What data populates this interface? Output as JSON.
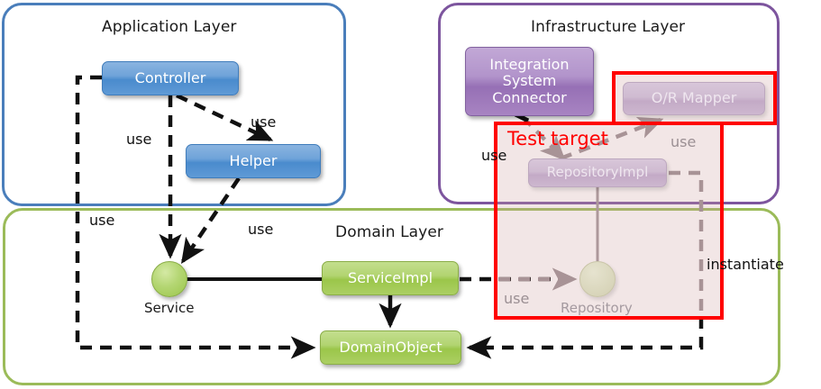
{
  "diagram": {
    "title": "Layered architecture test target diagram",
    "layers": [
      {
        "id": "application",
        "title": "Application Layer",
        "border_color": "#4a7ebb"
      },
      {
        "id": "infrastructure",
        "title": "Infrastructure  Layer",
        "border_color": "#7d559e"
      },
      {
        "id": "domain",
        "title": "Domain Layer",
        "border_color": "#9bbb59"
      }
    ],
    "nodes": [
      {
        "id": "controller",
        "label": "Controller",
        "layer": "application",
        "shape": "rounded-box",
        "fill": "#6fa3d9"
      },
      {
        "id": "helper",
        "label": "Helper",
        "layer": "application",
        "shape": "rounded-box",
        "fill": "#6fa3d9"
      },
      {
        "id": "isc",
        "label": "Integration\nSystem\nConnector",
        "layer": "infrastructure",
        "shape": "rounded-box",
        "fill": "#9670b5"
      },
      {
        "id": "ormapper",
        "label": "O/R Mapper",
        "layer": "infrastructure",
        "shape": "rounded-box",
        "fill": "#c3aac6"
      },
      {
        "id": "repositoryimpl",
        "label": "RepositoryImpl",
        "layer": "infrastructure",
        "shape": "rounded-box",
        "fill": "#c3aac6"
      },
      {
        "id": "serviceimpl",
        "label": "ServiceImpl",
        "layer": "domain",
        "shape": "rounded-box",
        "fill": "#9bc64a"
      },
      {
        "id": "domainobject",
        "label": "DomainObject",
        "layer": "domain",
        "shape": "rounded-box",
        "fill": "#9bc64a"
      },
      {
        "id": "service",
        "label": "Service",
        "layer": "domain",
        "shape": "circle",
        "fill": "#9bc64a"
      },
      {
        "id": "repository",
        "label": "Repository",
        "layer": "domain",
        "shape": "circle",
        "fill": "#d3cfb2"
      }
    ],
    "isc_lines": {
      "line1": "Integration",
      "line2": "System",
      "line3": "Connector"
    },
    "edges": [
      {
        "from": "controller",
        "to": "helper",
        "label": "use",
        "style": "dashed"
      },
      {
        "from": "controller",
        "to": "service",
        "label": "use",
        "style": "dashed"
      },
      {
        "from": "helper",
        "to": "service",
        "label": "use",
        "style": "dashed"
      },
      {
        "from": "controller",
        "to": "domainobject",
        "label": "use",
        "style": "dashed"
      },
      {
        "from": "service",
        "to": "serviceimpl",
        "label": "",
        "style": "solid"
      },
      {
        "from": "serviceimpl",
        "to": "domainobject",
        "label": "",
        "style": "solid"
      },
      {
        "from": "serviceimpl",
        "to": "repository",
        "label": "use",
        "style": "dashed"
      },
      {
        "from": "repository",
        "to": "repositoryimpl",
        "label": "",
        "style": "solid"
      },
      {
        "from": "repositoryimpl",
        "to": "ormapper",
        "label": "use",
        "style": "dashed"
      },
      {
        "from": "isc",
        "to": "repositoryimpl",
        "label": "use",
        "style": "dashed"
      },
      {
        "from": "repositoryimpl",
        "to": "domainobject",
        "label": "instantiate",
        "style": "dashed"
      }
    ],
    "edge_labels": {
      "use_controller_helper": "use",
      "use_controller_service": "use",
      "use_controller_domainobject": "use",
      "use_helper_service": "use",
      "use_isc": "use",
      "use_ormapper": "use",
      "use_repository": "use",
      "instantiate": "instantiate"
    },
    "annotation": {
      "test_target_label": "Test target",
      "highlight_color": "#ff0000",
      "highlight_fill": "rgba(205,160,160,0.26)",
      "regions": [
        "ormapper-region",
        "repository-region"
      ]
    }
  }
}
